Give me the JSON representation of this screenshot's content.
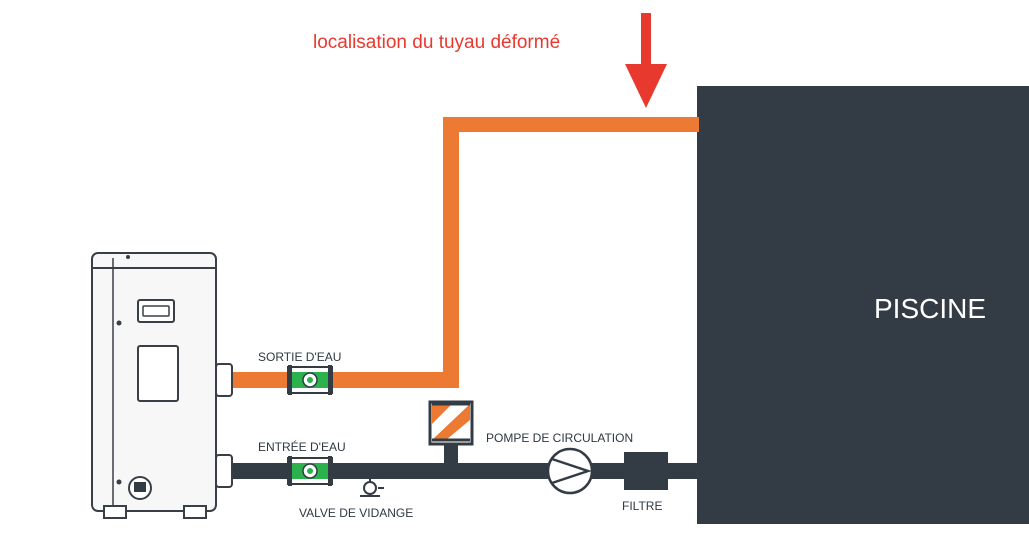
{
  "annotation": {
    "text": "localisation du tuyau déformé",
    "color": "#e8392f"
  },
  "pool": {
    "label": "PISCINE",
    "color": "#333b45"
  },
  "labels": {
    "water_outlet": "SORTIE D'EAU",
    "water_inlet": "ENTRÉE D'EAU",
    "drain_valve": "VALVE DE VIDANGE",
    "circulation_pump": "POMPE DE CIRCULATION",
    "filter": "FILTRE"
  },
  "colors": {
    "hot_pipe": "#ec7a33",
    "cold_pipe": "#333b45",
    "valve_green": "#2bb24c",
    "arrow": "#e8392f"
  },
  "icons": [
    "heat-pump-unit",
    "ball-valve",
    "drain-valve",
    "check-valve",
    "pump-symbol",
    "filter-box",
    "down-arrow"
  ]
}
